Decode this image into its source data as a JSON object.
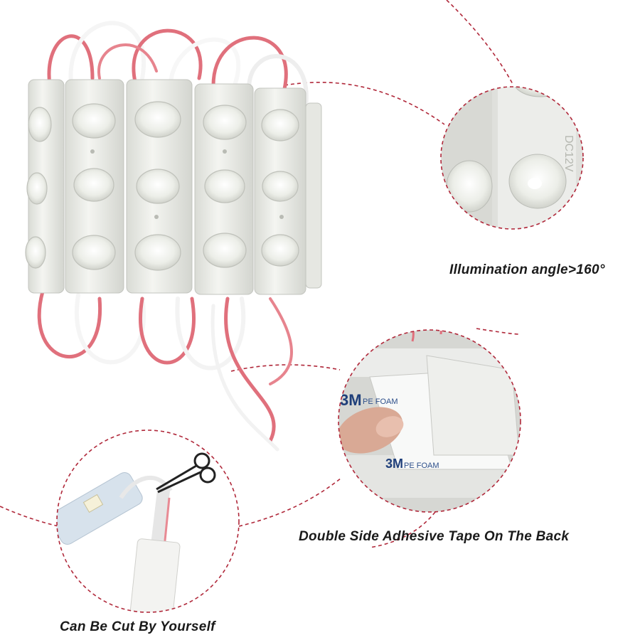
{
  "captions": {
    "illumination": "Illumination angle>160°",
    "tape": "Double Side Adhesive Tape On The Back",
    "cut": "Can Be Cut By Yourself"
  },
  "module_markings": {
    "voltage": "DC12V",
    "tape_brand": "3M",
    "tape_material": "PE FOAM"
  },
  "colors": {
    "dash_line": "#b0283a",
    "wire_red": "#e0707c",
    "module_white": "#f1f2ee",
    "text": "#1a1a1a"
  }
}
